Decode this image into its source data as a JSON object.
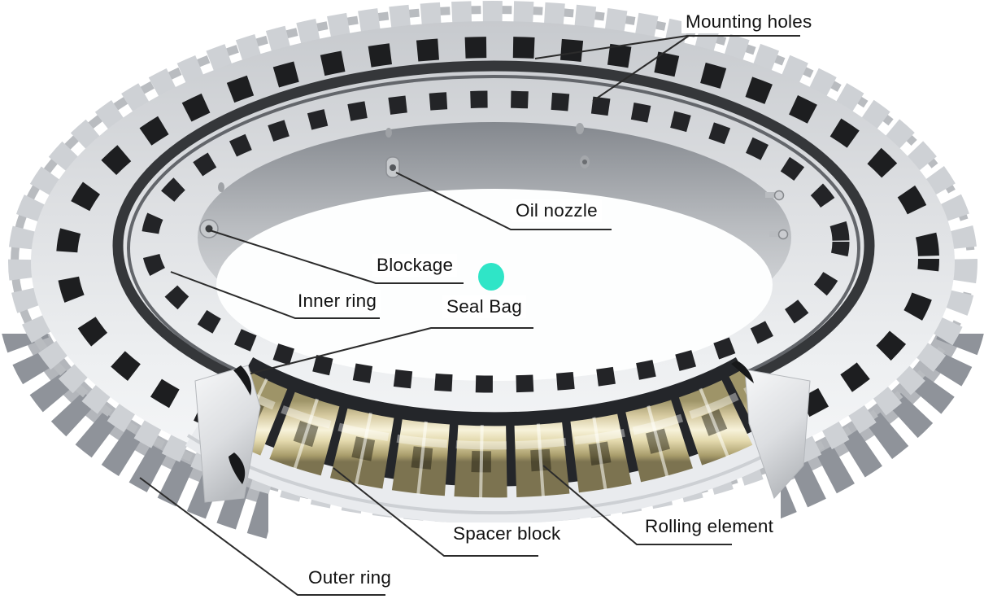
{
  "labels": [
    {
      "id": "mounting-holes",
      "text": "Mounting holes"
    },
    {
      "id": "oil-nozzle",
      "text": "Oil nozzle"
    },
    {
      "id": "blockage",
      "text": "Blockage"
    },
    {
      "id": "inner-ring",
      "text": "Inner ring"
    },
    {
      "id": "seal-bag",
      "text": "Seal Bag"
    },
    {
      "id": "spacer-block",
      "text": "Spacer block"
    },
    {
      "id": "rolling-element",
      "text": "Rolling element"
    },
    {
      "id": "outer-ring",
      "text": "Outer ring"
    }
  ],
  "colors": {
    "accent_dot": "#2fe5c7",
    "leader_line": "#2b2b2b",
    "hole_dark": "#1d1e20",
    "inner_hole_dark": "#232427",
    "metal_face_light": "#d9dbde",
    "roller_gold": "#d9cd9d"
  }
}
